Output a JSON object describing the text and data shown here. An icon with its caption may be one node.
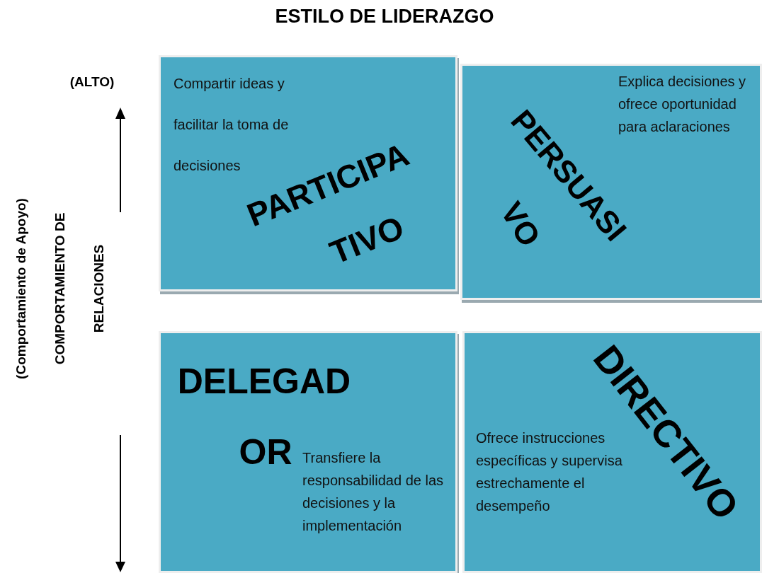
{
  "diagram": {
    "title": "ESTILO DE LIDERAZGO",
    "nodes": [
      {
        "text": [
          "Compartir ideas y facilitar la toma de decisiones",
          "PARTICIPA",
          "TIVO"
        ]
      },
      {
        "text": [
          "Explica decisiones y ofrece oportunidad para aclaraciones",
          "PERSUASI",
          "VO"
        ]
      },
      {
        "text": [
          "DELEGAD",
          "OR",
          "Transfiere la responsabilidad de las decisiones y la implementación"
        ]
      },
      {
        "text": [
          "DIRECTIVO",
          "Ofrece instrucciones específicas y supervisa estrechamente el desempeño"
        ]
      }
    ],
    "edges": [],
    "labels": [
      "(ALTO)",
      "(Comportamiento de Apoyo)",
      "COMPORTAMIENTO DE",
      "RELACIONES"
    ]
  }
}
